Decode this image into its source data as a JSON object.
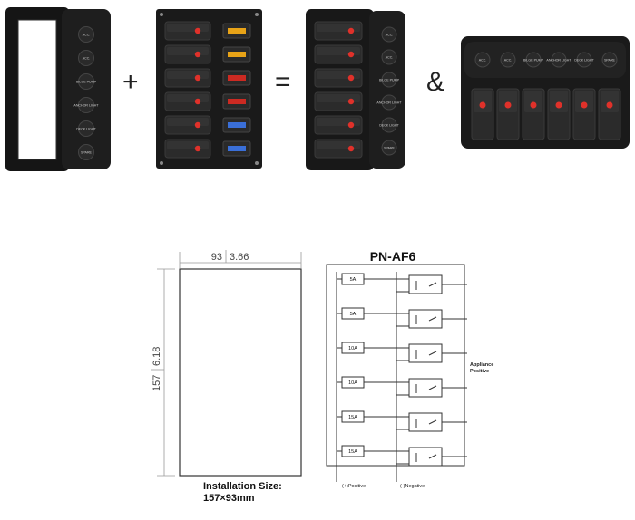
{
  "operators": {
    "plus": "+",
    "equals": "=",
    "and": "&"
  },
  "button_labels": [
    "ACC.",
    "ACC.",
    "BILGE PUMP",
    "ANCHOR LIGHT",
    "DECK LIGHT",
    "SPARE"
  ],
  "fuses": [
    {
      "color": "#e8a317"
    },
    {
      "color": "#e8a317"
    },
    {
      "color": "#cc2a22"
    },
    {
      "color": "#cc2a22"
    },
    {
      "color": "#3a6fd8"
    },
    {
      "color": "#3a6fd8"
    }
  ],
  "colors": {
    "panel": "#1c1c1c",
    "rocker": "#2b2b2b",
    "led": "#e0312a",
    "line": "#555555"
  },
  "dimensions": {
    "width_mm": "93",
    "width_in": "3.66",
    "height_mm": "157",
    "height_in": "6.18",
    "caption_line1": "Installation Size:",
    "caption_line2": "157×93mm"
  },
  "schematic": {
    "title": "PN-AF6",
    "fuse_ratings": [
      "5A",
      "5A",
      "10A",
      "10A",
      "15A",
      "15A"
    ],
    "appliance_label_line1": "Appliance",
    "appliance_label_line2": "Positive",
    "positive_label": "(+)Positive",
    "negative_label": "(-)Negative"
  }
}
